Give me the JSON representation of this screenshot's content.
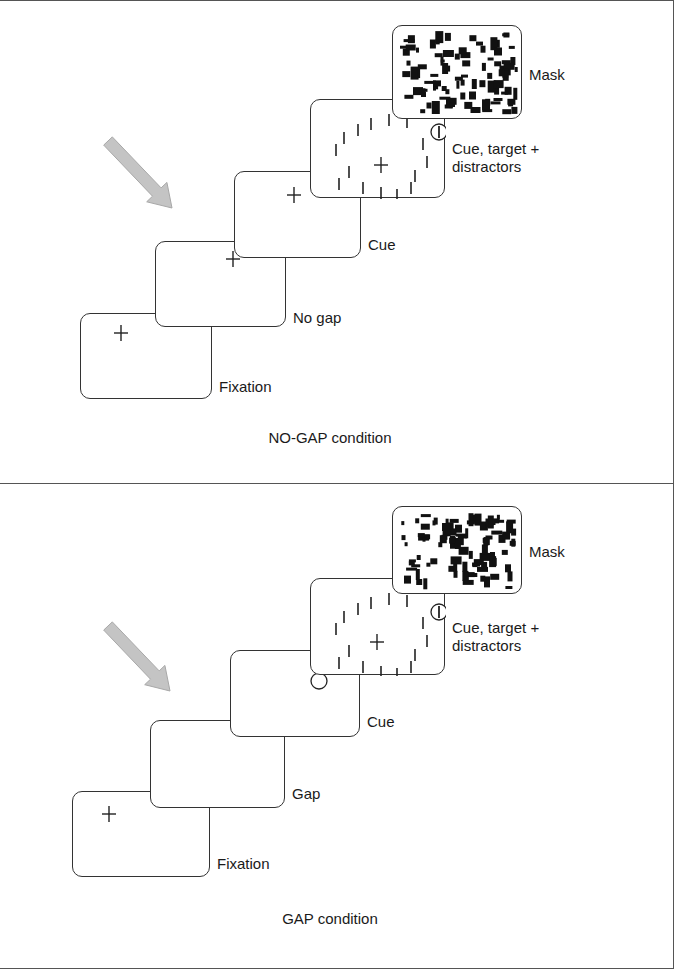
{
  "diagram": {
    "nodes": [
      {
        "text": [
          "NO-GAP condition"
        ]
      },
      {
        "text": [
          "Fixation"
        ],
        "in": 0
      },
      {
        "text": [
          "No gap"
        ],
        "in": 0
      },
      {
        "text": [
          "Cue"
        ],
        "in": 0
      },
      {
        "text": [
          "Cue, target + distractors"
        ],
        "in": 0
      },
      {
        "text": [
          "Mask"
        ],
        "in": 0
      },
      {
        "text": [
          "GAP condition"
        ]
      },
      {
        "text": [
          "Fixation"
        ],
        "in": 6
      },
      {
        "text": [
          "Gap"
        ],
        "in": 6
      },
      {
        "text": [
          "Cue"
        ],
        "in": 6
      },
      {
        "text": [
          "Cue, target + distractors"
        ],
        "in": 6
      },
      {
        "text": [
          "Mask"
        ],
        "in": 6
      }
    ],
    "edges": []
  }
}
